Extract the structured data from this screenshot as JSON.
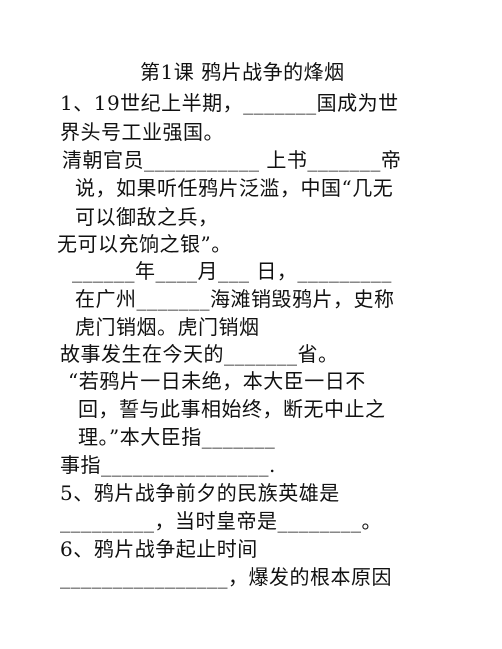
{
  "document": {
    "title": "第1课 鸦片战争的烽烟",
    "lines": [
      "1、19世纪上半期，_______国成为世",
      "界头号工业强国。",
      "清朝官员___________ 上书_______帝",
      "说，如果听任鸦片泛滥，中国“几无",
      "可以御敌之兵，",
      "无可以充饷之银”。",
      "______年____月___ 日，_________",
      "在广州_______海滩销毁鸦片，史称",
      "虎门销烟。虎门销烟",
      "故事发生在今天的_______省。",
      "“若鸦片一日未绝，本大臣一日不",
      "回，誓与此事相始终，断无中止之",
      "理。”本大臣指_______",
      "事指________________.",
      "5、鸦片战争前夕的民族英雄是",
      "_________，当时皇帝是________。",
      "6、鸦片战争起止时间",
      "________________，爆发的根本原因"
    ]
  }
}
